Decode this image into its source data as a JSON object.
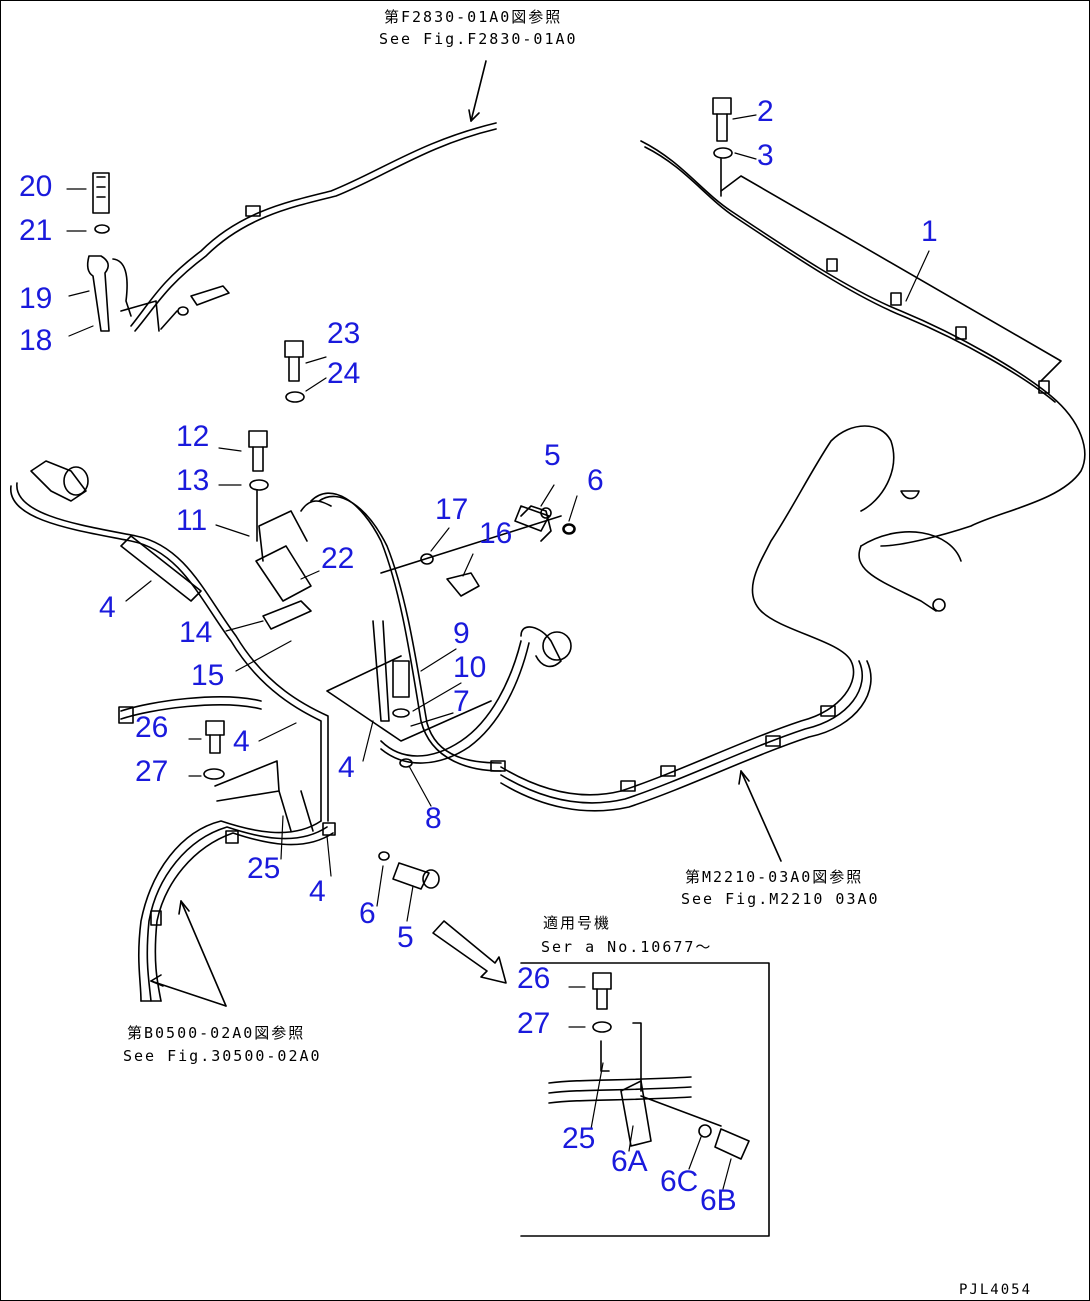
{
  "refs": {
    "top_jp": "第F2830-01A0図参照",
    "top_en": "See Fig.F2830-01A0",
    "right_jp": "第M2210-03A0図参照",
    "right_en": "See Fig.M2210 03A0",
    "bottom_left_jp": "第B0500-02A0図参照",
    "bottom_left_en": "See Fig.30500-02A0"
  },
  "serial": {
    "label_jp": "適用号機",
    "label_en": "Ser a  No.10677～"
  },
  "drawing_code": "PJL4054",
  "callouts": {
    "c1": "1",
    "c2": "2",
    "c3": "3",
    "c4a": "4",
    "c4b": "4",
    "c4c": "4",
    "c4d": "4",
    "c5a": "5",
    "c5b": "5",
    "c6a": "6",
    "c6b": "6",
    "c7": "7",
    "c8": "8",
    "c9": "9",
    "c10": "10",
    "c11": "11",
    "c12": "12",
    "c13": "13",
    "c14": "14",
    "c15": "15",
    "c16": "16",
    "c17": "17",
    "c18": "18",
    "c19": "19",
    "c20": "20",
    "c21": "21",
    "c22": "22",
    "c23": "23",
    "c24": "24",
    "c25a": "25",
    "c25b": "25",
    "c26a": "26",
    "c26b": "26",
    "c27a": "27",
    "c27b": "27",
    "c6A": "6A",
    "c6B": "6B",
    "c6C": "6C"
  },
  "colors": {
    "callout": "#1a1adc",
    "line": "#000000"
  }
}
